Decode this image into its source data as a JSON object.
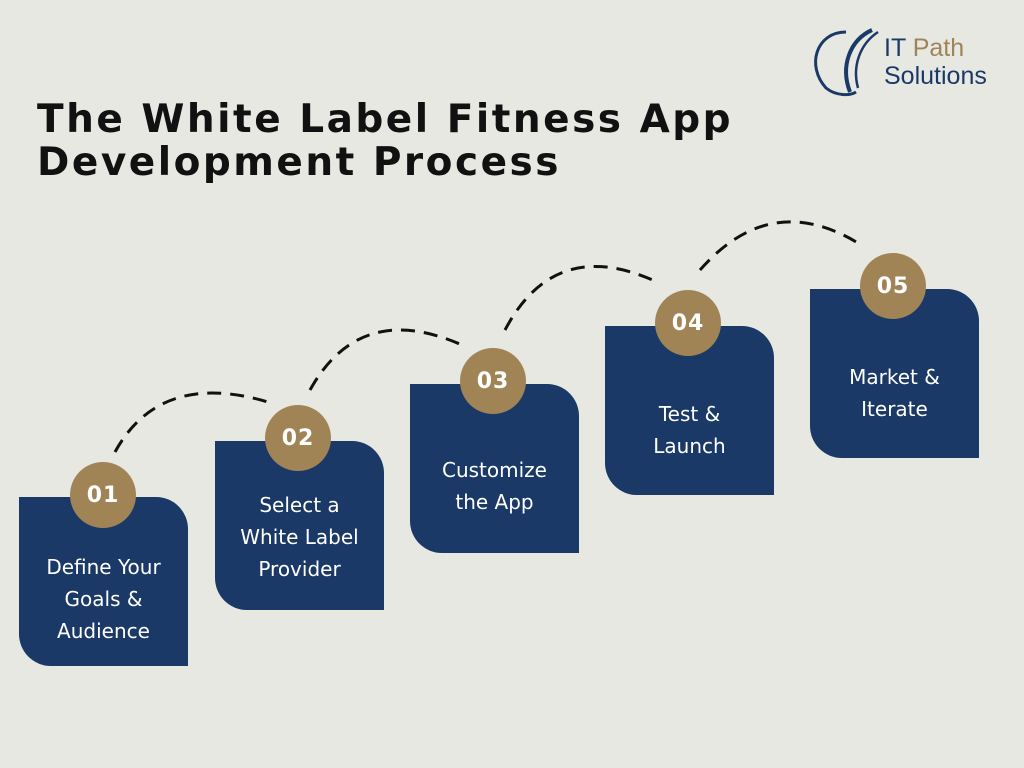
{
  "logo": {
    "line1_a": "IT",
    "line1_b": "Path",
    "line2": "Solutions"
  },
  "title": {
    "line1": "The White Label Fitness App",
    "line2": "Development Process"
  },
  "colors": {
    "background": "#e8e8e3",
    "card": "#1b3966",
    "badge": "#a08456"
  },
  "steps": [
    {
      "number": "01",
      "lines": [
        "Define Your",
        "Goals &",
        "Audience"
      ]
    },
    {
      "number": "02",
      "lines": [
        "Select a",
        "White Label",
        "Provider"
      ]
    },
    {
      "number": "03",
      "lines": [
        "Customize",
        "the App"
      ]
    },
    {
      "number": "04",
      "lines": [
        "Test &",
        "Launch"
      ]
    },
    {
      "number": "05",
      "lines": [
        "Market &",
        "Iterate"
      ]
    }
  ]
}
